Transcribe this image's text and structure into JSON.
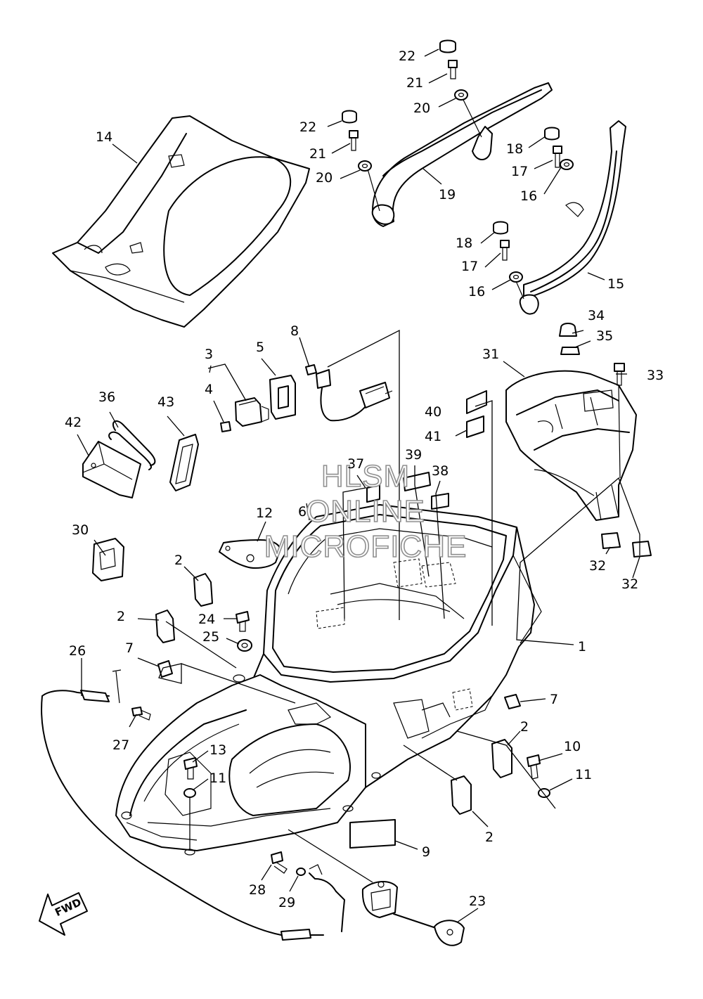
{
  "watermark": {
    "line1": "HLSM",
    "line2": "ONLINE",
    "line3": "MICROFICHE"
  },
  "direction_label": "FWD",
  "labels": {
    "l1": "1",
    "l2a": "2",
    "l2b": "2",
    "l2c": "2",
    "l2d": "2",
    "l3": "3",
    "l4": "4",
    "l5": "5",
    "l6": "6",
    "l7a": "7",
    "l7b": "7",
    "l8": "8",
    "l9": "9",
    "l10": "10",
    "l11a": "11",
    "l11b": "11",
    "l12": "12",
    "l13": "13",
    "l14": "14",
    "l15": "15",
    "l16a": "16",
    "l16b": "16",
    "l17a": "17",
    "l17b": "17",
    "l18a": "18",
    "l18b": "18",
    "l19": "19",
    "l20a": "20",
    "l20b": "20",
    "l21a": "21",
    "l21b": "21",
    "l22a": "22",
    "l22b": "22",
    "l23": "23",
    "l24": "24",
    "l25": "25",
    "l26": "26",
    "l27": "27",
    "l28": "28",
    "l29": "29",
    "l30": "30",
    "l31": "31",
    "l32a": "32",
    "l32b": "32",
    "l33": "33",
    "l34": "34",
    "l35": "35",
    "l36": "36",
    "l37": "37",
    "l38": "38",
    "l39": "39",
    "l40": "40",
    "l41": "41",
    "l42": "42",
    "l43": "43"
  }
}
